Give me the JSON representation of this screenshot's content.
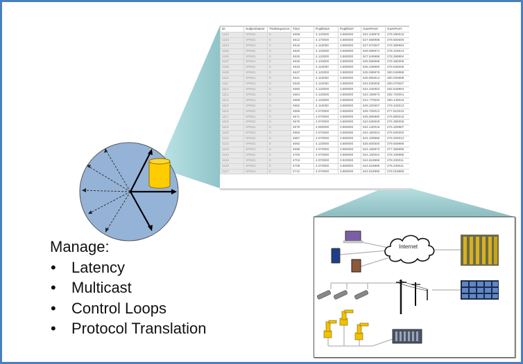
{
  "slide": {
    "border_color": "#4a7fbf"
  },
  "data_table": {
    "columns": [
      "ID",
      "SubjectName",
      "TrialSequence",
      "Time",
      "PupilDiaX",
      "PupilDiaY",
      "GazePosX",
      "GazePosY"
    ],
    "rows": [
      [
        "1102",
        "VPN01",
        "0",
        "4608",
        "4.120000",
        "3.880000",
        "531.349976",
        "279.390015"
      ],
      [
        "1103",
        "VPN01",
        "0",
        "4612",
        "4.170000",
        "3.880000",
        "527.559998",
        "279.500000"
      ],
      [
        "1104",
        "VPN01",
        "0",
        "4616",
        "4.110000",
        "3.880000",
        "527.570007",
        "278.399994"
      ],
      [
        "1105",
        "VPN01",
        "0",
        "4620",
        "4.120000",
        "3.880000",
        "526.969971",
        "278.420013"
      ],
      [
        "1106",
        "VPN01",
        "0",
        "4625",
        "4.120000",
        "3.880000",
        "527.549988",
        "278.399994"
      ],
      [
        "1107",
        "VPN01",
        "0",
        "4629",
        "4.120000",
        "3.880000",
        "525.559998",
        "278.380005"
      ],
      [
        "1108",
        "VPN01",
        "0",
        "4633",
        "4.110000",
        "3.880000",
        "525.239990",
        "279.630005"
      ],
      [
        "1109",
        "VPN01",
        "0",
        "4637",
        "4.120000",
        "3.880000",
        "525.099976",
        "280.049988"
      ],
      [
        "1110",
        "VPN01",
        "0",
        "4641",
        "4.110000",
        "3.880000",
        "525.950012",
        "280.029999"
      ],
      [
        "1111",
        "VPN01",
        "0",
        "4646",
        "4.110000",
        "3.880000",
        "524.630005",
        "280.070007"
      ],
      [
        "1112",
        "VPN01",
        "0",
        "4650",
        "4.120000",
        "3.880000",
        "524.440002",
        "282.649994"
      ],
      [
        "1113",
        "VPN01",
        "0",
        "4654",
        "4.120000",
        "3.880000",
        "522.159973",
        "282.720001"
      ],
      [
        "1114",
        "VPN01",
        "0",
        "4658",
        "4.120000",
        "3.880000",
        "521.770020",
        "280.140015"
      ],
      [
        "1115",
        "VPN01",
        "0",
        "4662",
        "4.110000",
        "3.880000",
        "526.320007",
        "278.420013"
      ],
      [
        "1116",
        "VPN01",
        "0",
        "4666",
        "4.070000",
        "3.880000",
        "526.700012",
        "277.510010"
      ],
      [
        "1117",
        "VPN01",
        "0",
        "4671",
        "4.070000",
        "3.880000",
        "526.969990",
        "275.890015"
      ],
      [
        "1118",
        "VPN01",
        "0",
        "4675",
        "4.070000",
        "3.880000",
        "522.530029",
        "276.380005"
      ],
      [
        "1119",
        "VPN01",
        "0",
        "4679",
        "4.060000",
        "3.880000",
        "524.140015",
        "276.329987"
      ],
      [
        "1120",
        "VPN01",
        "0",
        "4683",
        "4.070000",
        "3.880000",
        "524.150024",
        "275.500000"
      ],
      [
        "1121",
        "VPN01",
        "0",
        "4687",
        "4.070000",
        "3.880000",
        "524.109985",
        "279.200012"
      ],
      [
        "1122",
        "VPN01",
        "0",
        "4692",
        "4.120000",
        "3.880000",
        "525.500000",
        "279.509996"
      ],
      [
        "1123",
        "VPN01",
        "0",
        "4696",
        "4.070000",
        "3.880000",
        "524.159973",
        "277.369995"
      ],
      [
        "1124",
        "VPN01",
        "0",
        "4700",
        "4.070000",
        "3.880000",
        "524.150024",
        "278.109985"
      ],
      [
        "1125",
        "VPN01",
        "0",
        "4704",
        "4.070000",
        "3.920000",
        "524.619995",
        "278.230011"
      ],
      [
        "1126",
        "VPN01",
        "0",
        "4708",
        "4.070000",
        "3.880000",
        "524.619995",
        "278.230011"
      ],
      [
        "1127",
        "VPN01",
        "0",
        "4712",
        "4.070000",
        "3.880000",
        "524.619995",
        "278.019989"
      ]
    ]
  },
  "manage_list": {
    "heading": "Manage:",
    "bullet": "•",
    "items": [
      "Latency",
      "Multicast",
      "Control Loops",
      "Protocol Translation"
    ]
  },
  "network": {
    "cloud_label": "Internet"
  },
  "colors": {
    "circle_fill": "#95b3d7",
    "database_fill": "#ffcc00",
    "callout_teal": "#a8d5d8",
    "robot_yellow": "#f2c200"
  }
}
